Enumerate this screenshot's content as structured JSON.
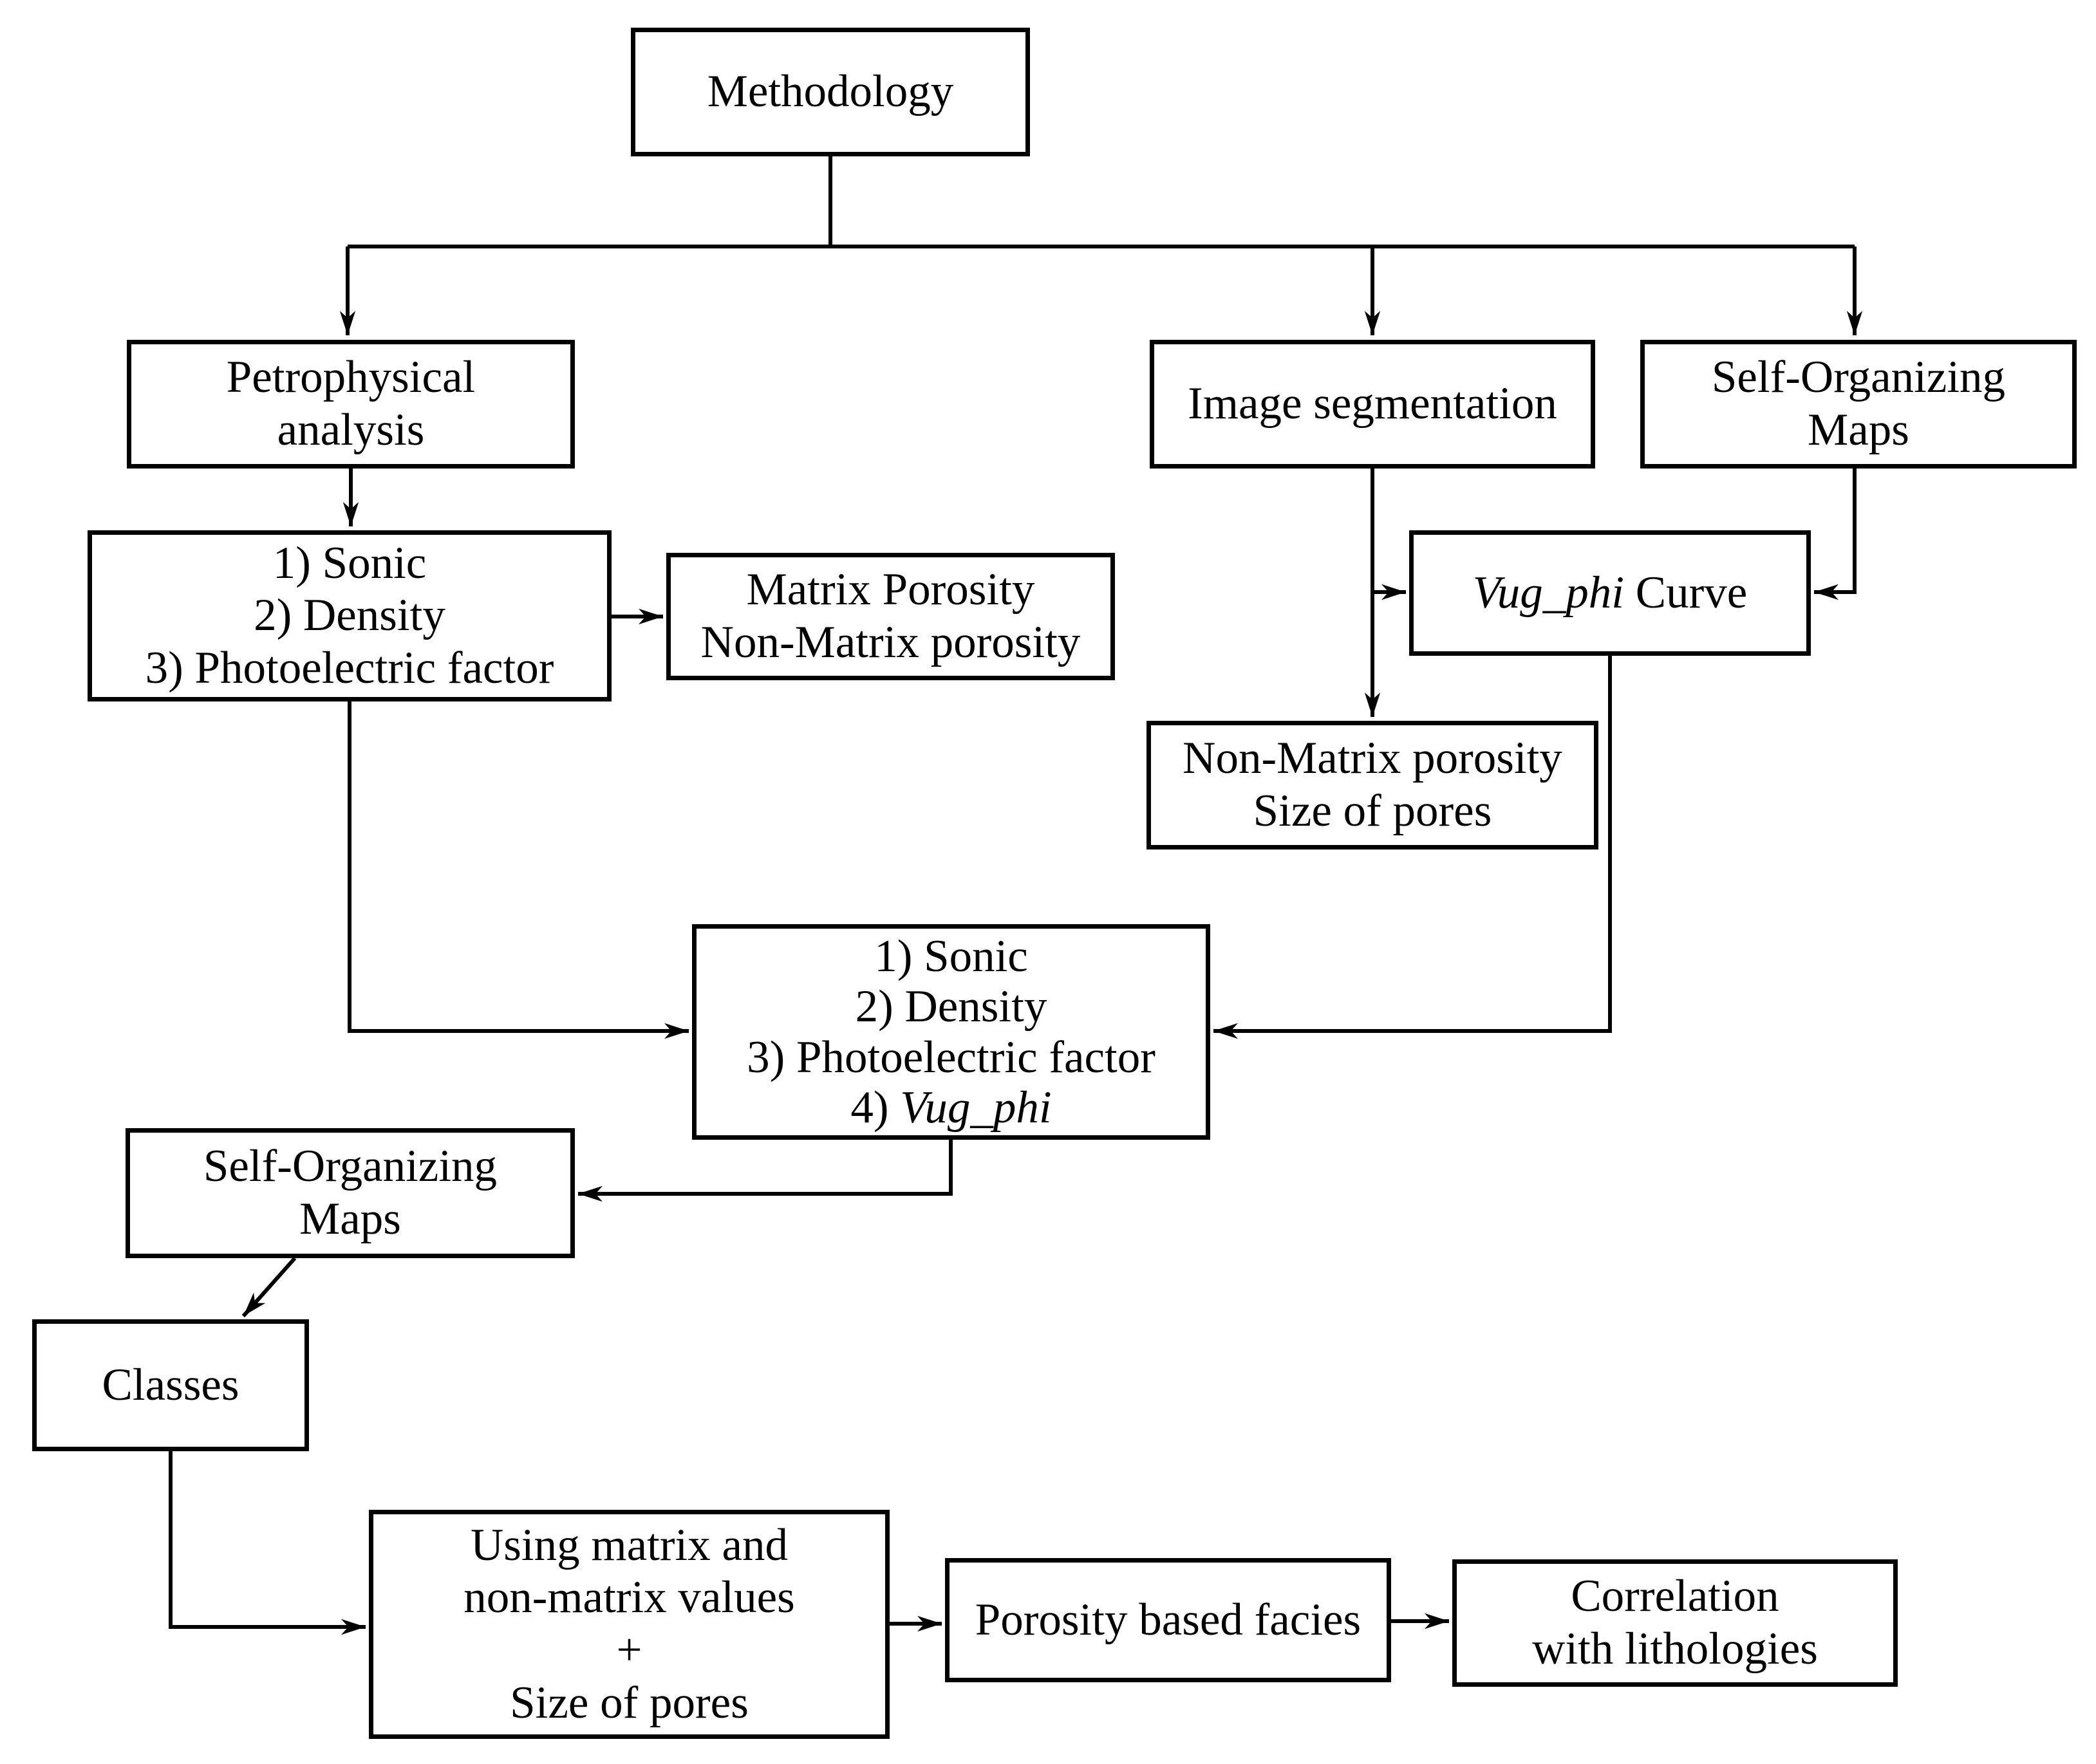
{
  "diagram": {
    "background": "#ffffff",
    "line_color": "#000000",
    "boxes": {
      "methodology": {
        "label": "Methodology"
      },
      "petrophysical_analysis": {
        "lines": [
          "Petrophysical",
          "analysis"
        ]
      },
      "image_segmentation": {
        "label": "Image segmentation"
      },
      "self_organizing_maps_top": {
        "lines": [
          "Self-Organizing",
          "Maps"
        ]
      },
      "logs_three": {
        "lines": [
          "1) Sonic",
          "2) Density",
          "3) Photoelectric factor"
        ]
      },
      "matrix_porosity": {
        "lines": [
          "Matrix Porosity",
          "Non-Matrix porosity"
        ]
      },
      "vug_phi_curve": {
        "italic_part": "Vug_phi",
        "regular_part": " Curve"
      },
      "non_matrix_size": {
        "lines": [
          "Non-Matrix porosity",
          "Size of pores"
        ]
      },
      "logs_four": {
        "lines": [
          "1) Sonic",
          "2) Density",
          "3) Photoelectric factor"
        ],
        "line4_prefix": "4) ",
        "line4_italic": "Vug_phi"
      },
      "self_organizing_maps_bottom": {
        "lines": [
          "Self-Organizing",
          "Maps"
        ]
      },
      "classes": {
        "label": "Classes"
      },
      "using_matrix": {
        "lines": [
          "Using matrix and",
          "non-matrix values",
          "+",
          "Size of pores"
        ]
      },
      "porosity_based_facies": {
        "label": "Porosity based facies"
      },
      "correlation_lithologies": {
        "lines": [
          "Correlation",
          "with lithologies"
        ]
      }
    },
    "edges": [
      {
        "from": "methodology",
        "to": "petrophysical_analysis"
      },
      {
        "from": "methodology",
        "to": "image_segmentation"
      },
      {
        "from": "methodology",
        "to": "self_organizing_maps_top"
      },
      {
        "from": "petrophysical_analysis",
        "to": "logs_three"
      },
      {
        "from": "logs_three",
        "to": "matrix_porosity"
      },
      {
        "from": "image_segmentation",
        "to": "vug_phi_curve"
      },
      {
        "from": "image_segmentation",
        "to": "non_matrix_size"
      },
      {
        "from": "self_organizing_maps_top",
        "to": "vug_phi_curve"
      },
      {
        "from": "vug_phi_curve",
        "to": "logs_four"
      },
      {
        "from": "logs_three",
        "to": "logs_four"
      },
      {
        "from": "logs_four",
        "to": "self_organizing_maps_bottom"
      },
      {
        "from": "self_organizing_maps_bottom",
        "to": "classes"
      },
      {
        "from": "classes",
        "to": "using_matrix"
      },
      {
        "from": "using_matrix",
        "to": "porosity_based_facies"
      },
      {
        "from": "porosity_based_facies",
        "to": "correlation_lithologies"
      }
    ]
  }
}
